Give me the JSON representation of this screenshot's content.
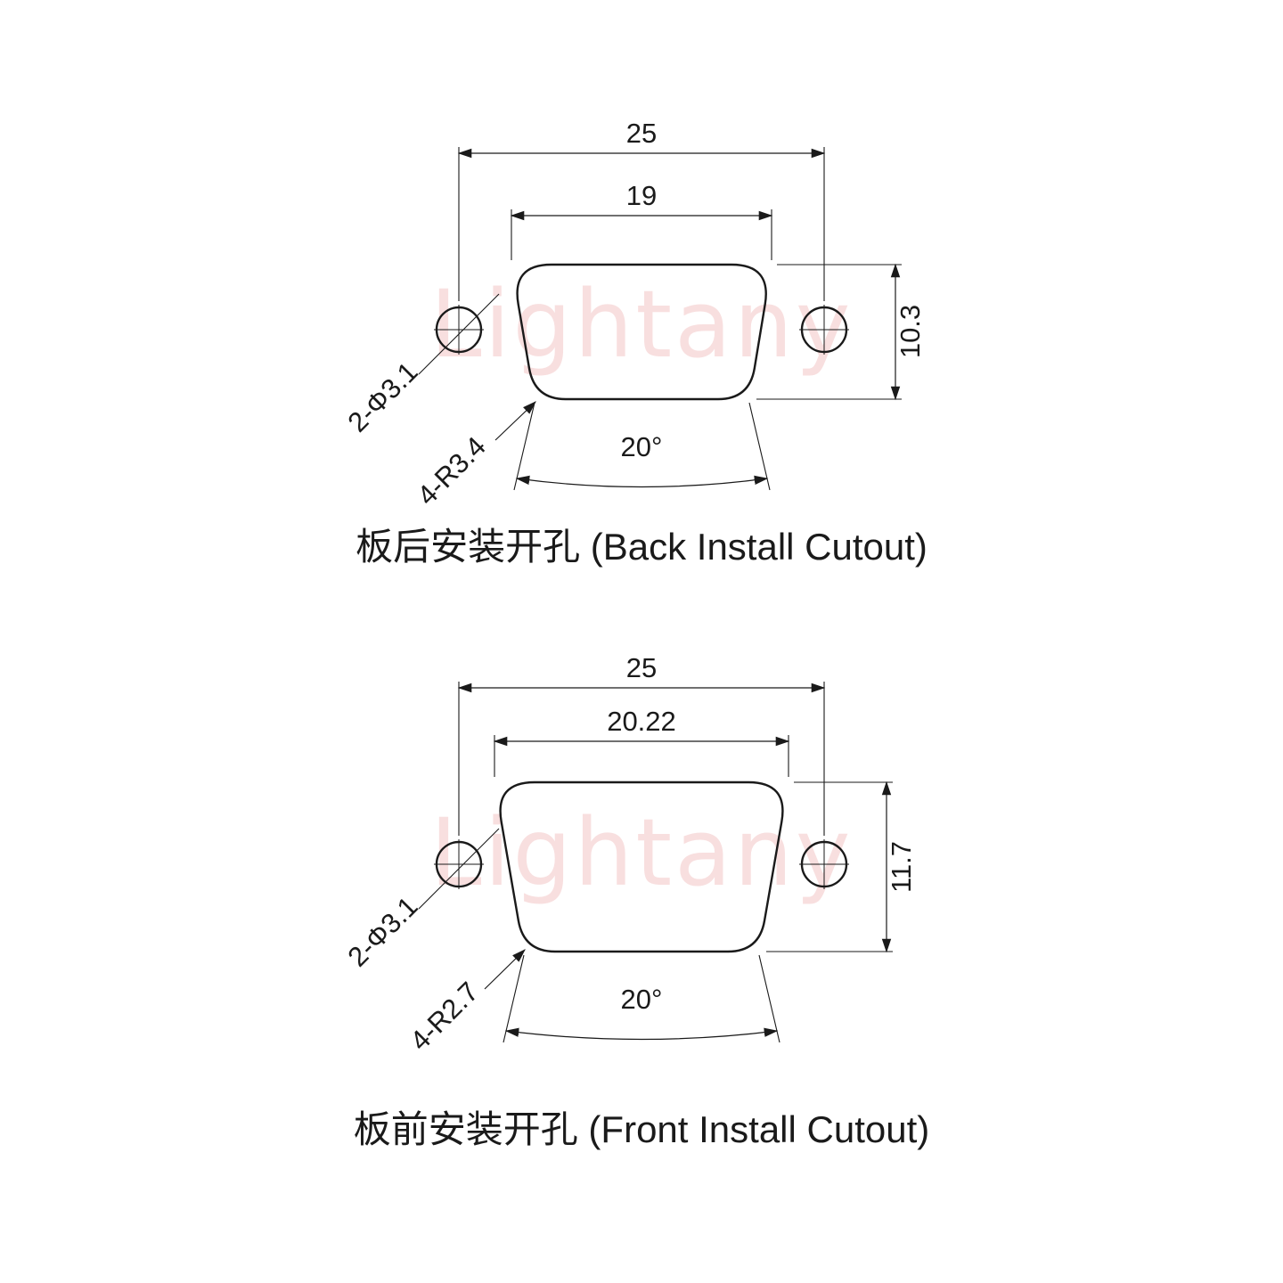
{
  "watermark": "Lightany",
  "back": {
    "title": "板后安装开孔 (Back Install Cutout)",
    "overall_width": "25",
    "top_width": "19",
    "height": "10.3",
    "mount_holes": "2-Φ3.1",
    "corner_radius": "4-R3.4",
    "draft_angle": "20°"
  },
  "front": {
    "title": "板前安装开孔 (Front Install Cutout)",
    "overall_width": "25",
    "top_width": "20.22",
    "height": "11.7",
    "mount_holes": "2-Φ3.1",
    "corner_radius": "4-R2.7",
    "draft_angle": "20°"
  }
}
